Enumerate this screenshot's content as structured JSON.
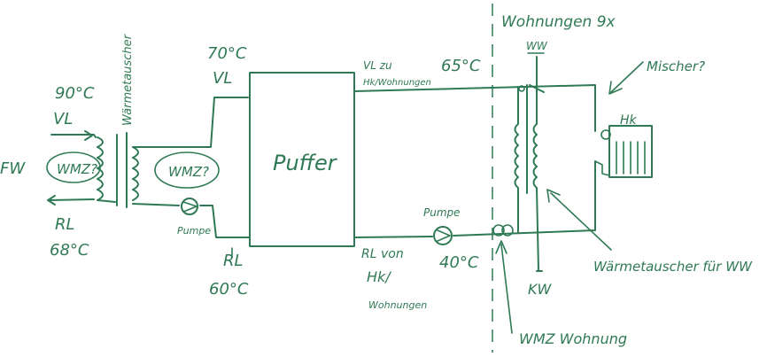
{
  "colors": {
    "ink": "#2f7a55",
    "paper": "#ffffff"
  },
  "labels": {
    "fw": "FW",
    "supply_temp_primary": "90°C",
    "vl_primary": "VL",
    "wmz_primary": "WMZ?",
    "rl_primary": "RL",
    "return_temp_primary": "68°C",
    "heat_exchanger": "Wärmetauscher",
    "wmz_secondary": "WMZ?",
    "pump_secondary": "Pumpe",
    "supply_temp_buffer": "70°C",
    "vl_buffer": "VL",
    "rl_buffer": "RL",
    "return_temp_buffer": "60°C",
    "buffer": "Puffer",
    "vl_to_heating_line1": "VL zu",
    "vl_to_heating_line2": "Hk/Wohnungen",
    "supply_temp_distribution": "65°C",
    "rl_from_heating_line1": "RL von",
    "rl_from_heating_line2": "Hk/",
    "rl_from_heating_line3": "Wohnungen",
    "pump_distribution": "Pumpe",
    "return_temp_distribution": "40°C",
    "apartments": "Wohnungen 9x",
    "ww": "WW",
    "mixer": "Mischer?",
    "hk": "Hk",
    "kw": "KW",
    "dhw_exchanger": "Wärmetauscher für WW",
    "wmz_apartment": "WMZ Wohnung"
  }
}
